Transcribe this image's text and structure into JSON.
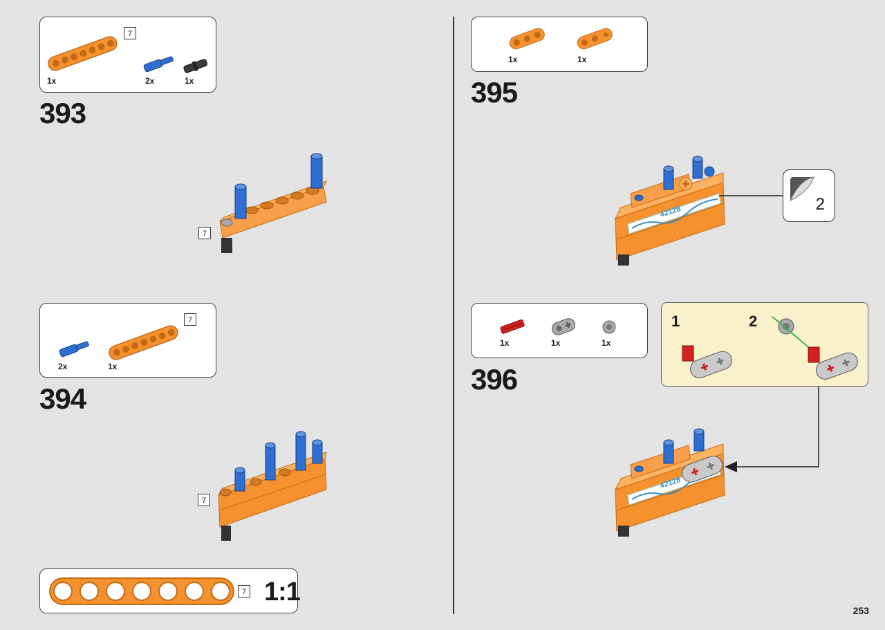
{
  "page_number": "253",
  "colors": {
    "orange": "#f5922f",
    "orange_dark": "#c46a14",
    "blue": "#2f6fd1",
    "blue_dark": "#173f86",
    "gray": "#a7a9ab",
    "red": "#d4201f",
    "callout_bg": "#f8f1cc",
    "arrow_green": "#3bb54a"
  },
  "steps": [
    {
      "number": "393",
      "parts": [
        {
          "name": "orange-beam-7-icon",
          "qty": "1x",
          "length": "7"
        },
        {
          "name": "blue-axle-pin-icon",
          "qty": "2x"
        },
        {
          "name": "black-pin-icon",
          "qty": "1x"
        }
      ],
      "assembly_length": "7"
    },
    {
      "number": "394",
      "parts": [
        {
          "name": "blue-axle-pin-icon",
          "qty": "2x"
        },
        {
          "name": "orange-beam-7-icon",
          "qty": "1x",
          "length": "7"
        }
      ],
      "assembly_length": "7"
    },
    {
      "number": "395",
      "parts": [
        {
          "name": "orange-beam-3-icon",
          "qty": "1x"
        },
        {
          "name": "orange-beam-3-axle-icon",
          "qty": "1x"
        }
      ],
      "sticker_sheet_ref": "2",
      "sticker_text": "42128"
    },
    {
      "number": "396",
      "parts": [
        {
          "name": "red-axle-2-icon",
          "qty": "1x"
        },
        {
          "name": "gray-connector-icon",
          "qty": "1x"
        },
        {
          "name": "gray-bush-icon",
          "qty": "1x"
        }
      ],
      "substeps": [
        "1",
        "2"
      ],
      "sticker_text": "42128"
    }
  ],
  "ruler": {
    "length": "7",
    "scale": "1:1"
  }
}
